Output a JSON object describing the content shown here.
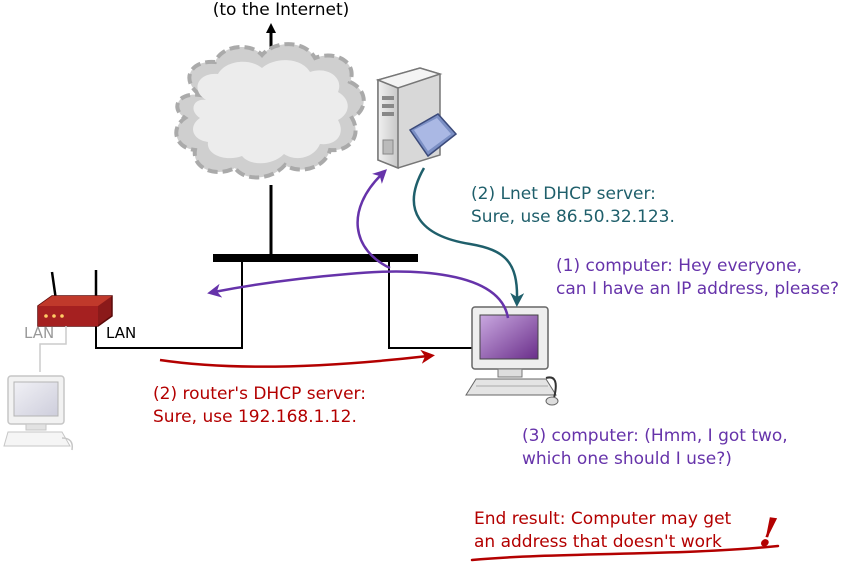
{
  "colors": {
    "teal": "#1f5f6b",
    "purple": "#6633aa",
    "red": "#b30000",
    "black": "#000000",
    "gray": "#999999"
  },
  "labels": {
    "internet": "(to the Internet)",
    "lan_gray": "LAN",
    "lan_black": "LAN",
    "step1_line1": "(1) computer: Hey everyone,",
    "step1_line2": "can I have an IP address, please?",
    "step2_lnet_line1": "(2) Lnet DHCP server:",
    "step2_lnet_line2": "Sure, use 86.50.32.123.",
    "step2_router_line1": "(2) router's DHCP server:",
    "step2_router_line2": "Sure, use 192.168.1.12.",
    "step3_line1": "(3) computer: (Hmm, I got two,",
    "step3_line2": "which one should I use?)",
    "result_line1": "End result: Computer may get",
    "result_line2": "an address that doesn't work",
    "exclaim": "!"
  },
  "icons": [
    "cloud-icon",
    "server-icon",
    "router-icon",
    "computer-icon",
    "lan-computer-icon"
  ]
}
